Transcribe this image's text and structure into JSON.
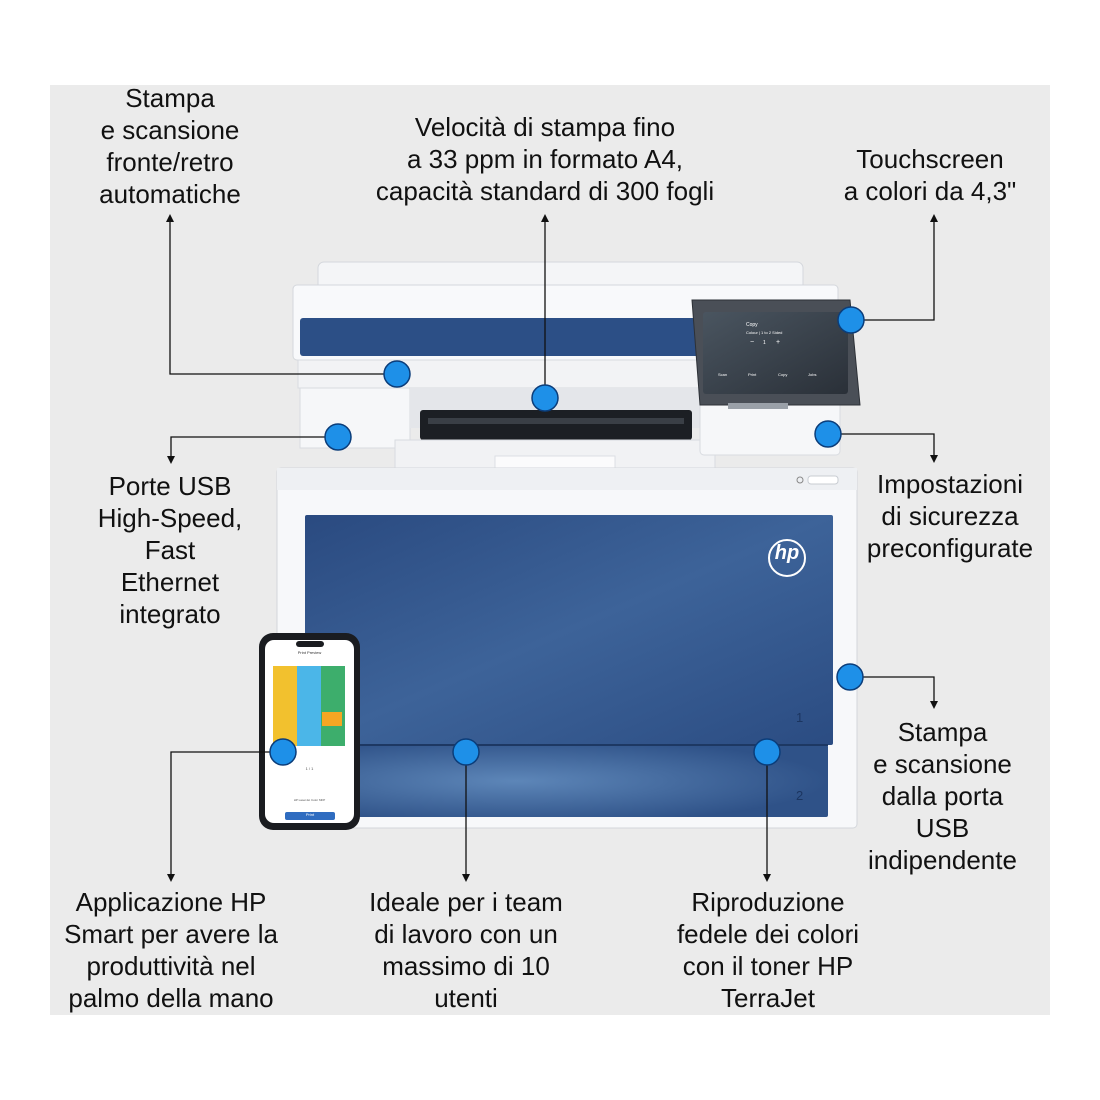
{
  "callouts": {
    "duplex_scan": "Stampa\ne scansione\nfronte/retro\nautomatiche",
    "speed": "Velocità di stampa fino\na 33 ppm in formato A4,\ncapacità standard di 300 fogli",
    "touchscreen": "Touchscreen\na colori da 4,3\"",
    "usb_ethernet": "Porte USB\nHigh-Speed,\nFast\nEthernet\nintegrato",
    "security": "Impostazioni\ndi sicurezza\npreconfigurate",
    "usb_walkup": "Stampa\ne scansione\ndalla porta\nUSB\nindipendente",
    "hp_smart": "Applicazione HP\nSmart per avere la\nproduttività nel\npalmo della mano",
    "team": "Ideale per i team\ndi lavoro con un\nmassimo di 10\nutenti",
    "toner": "Riproduzione\nfedele dei colori\ncon il toner HP\nTerraJet"
  },
  "printer": {
    "brand_logo": "hp",
    "tray_1": "1",
    "tray_2": "2"
  },
  "touchscreen_ui": {
    "mode": "Copy",
    "setting": "Colour | 1 to 2 Sided",
    "copies": "1",
    "minus": "−",
    "plus": "+",
    "buttons": [
      "Scan",
      "Print",
      "Copy",
      "Jobs"
    ]
  },
  "phone_ui": {
    "title": "Print Preview",
    "page_count": "1 / 1",
    "printer_name": "HP LaserJet Color MFP",
    "print_button": "Print"
  },
  "colors": {
    "accent_dot": "#1e90e8",
    "printer_blue": "#2c4f86",
    "panel_gray": "#ebebeb"
  }
}
